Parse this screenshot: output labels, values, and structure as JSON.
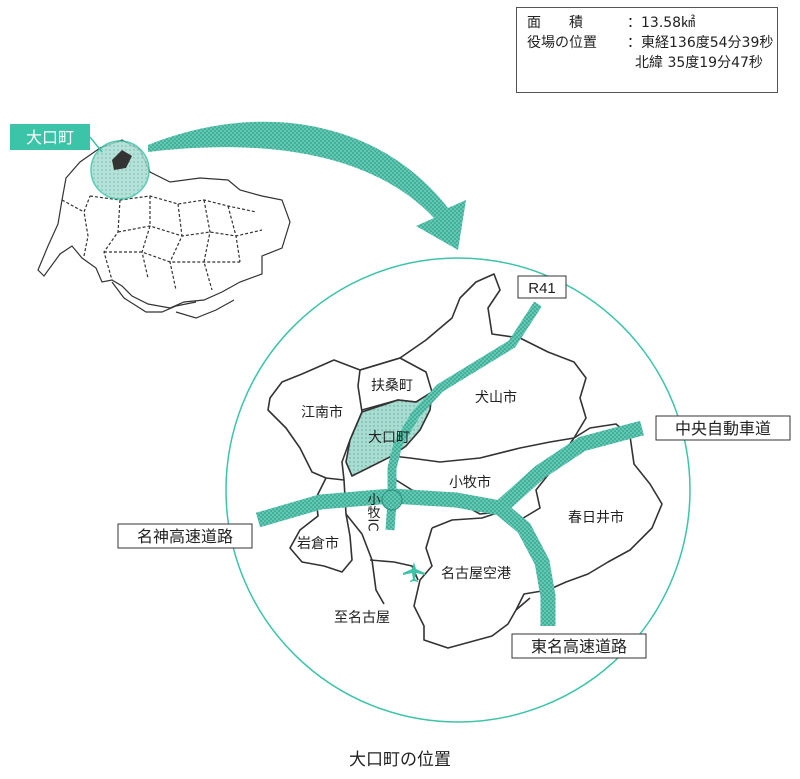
{
  "info": {
    "area_label": "面　　積",
    "area_value": "：13.58㎢",
    "office_label": "役場の位置",
    "longitude": "：東経136度54分39秒",
    "latitude": "北緯 35度19分47秒"
  },
  "locator": {
    "label": "大口町"
  },
  "places": {
    "oguchi": "大口町",
    "fuso": "扶桑町",
    "konan": "江南市",
    "inuyama": "犬山市",
    "komaki": "小牧市",
    "kasugai": "春日井市",
    "iwakura": "岩倉市",
    "airport": "名古屋空港",
    "komaki_ic": "小牧IC",
    "nagoya": "至名古屋"
  },
  "roads": {
    "r41": "R41",
    "chuo": "中央自動車道",
    "meishin": "名神高速道路",
    "tomei": "東名高速道路"
  },
  "caption": "大口町の位置",
  "colors": {
    "accent": "#3cc4a8",
    "fill": "#8fd6c8",
    "line": "#333333"
  }
}
